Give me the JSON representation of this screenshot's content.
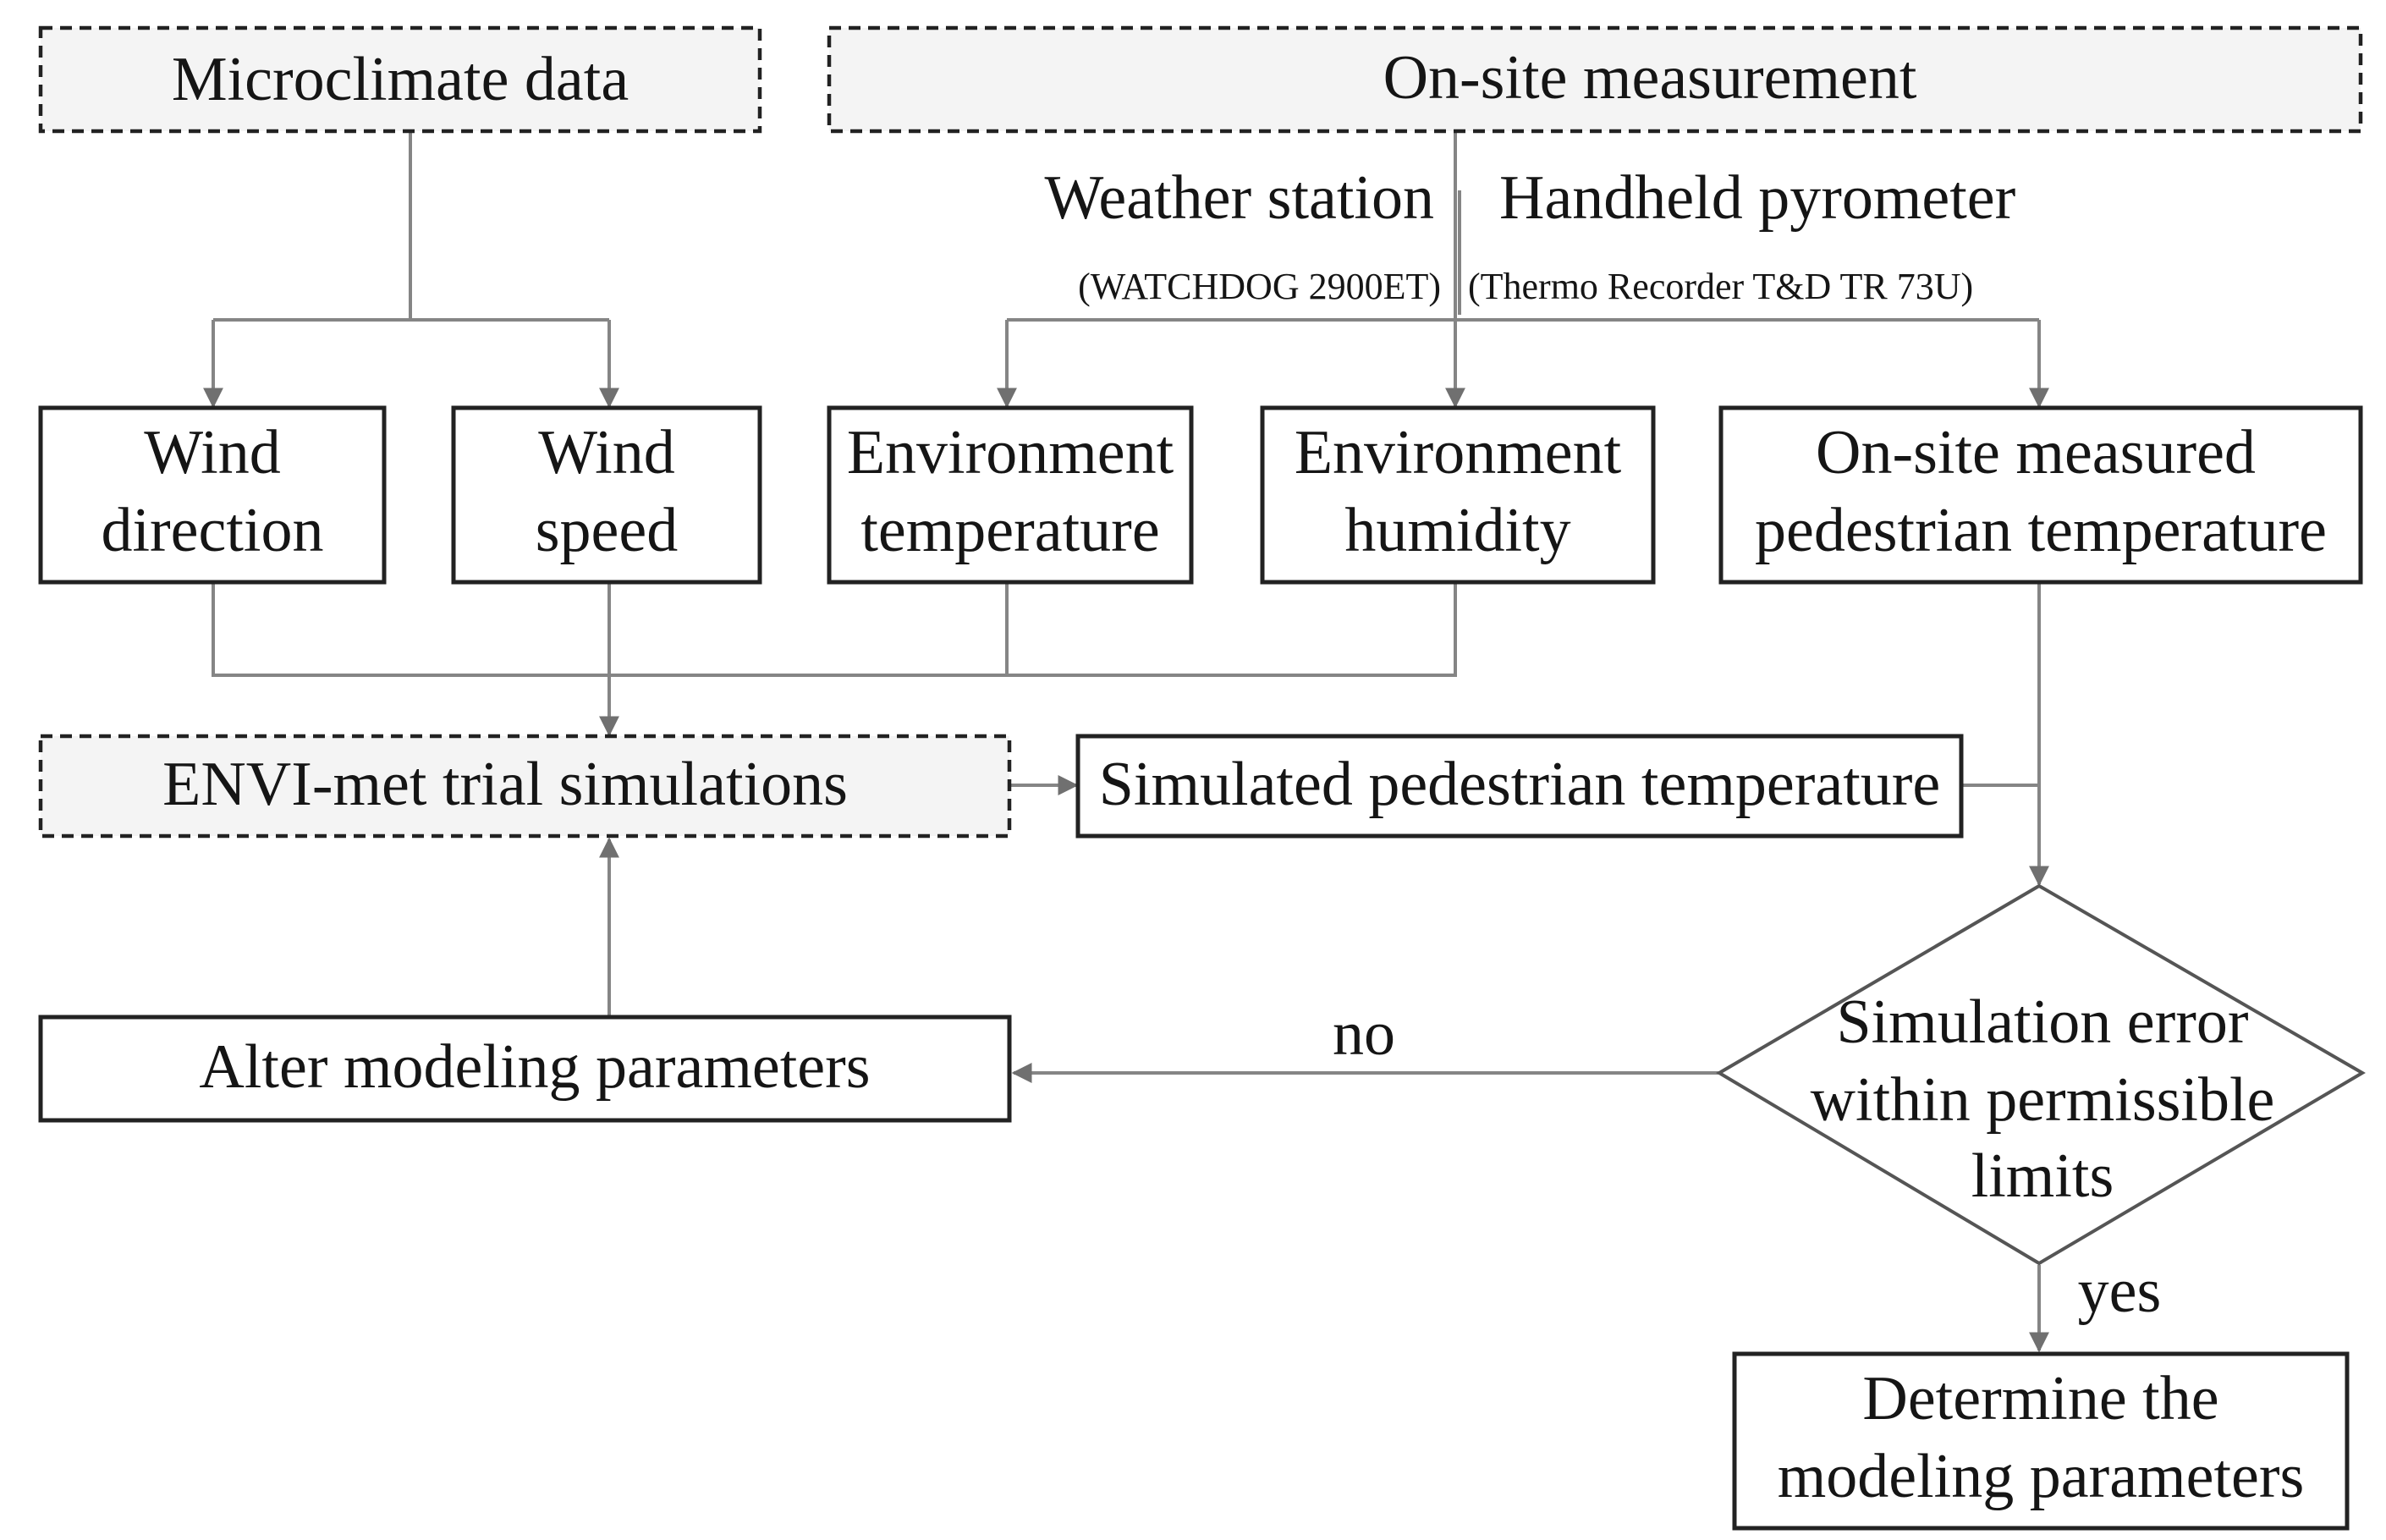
{
  "nodes": {
    "microclimate": {
      "label": "Microclimate data"
    },
    "onsite": {
      "label": "On-site measurement"
    },
    "weather_station": {
      "label": "Weather station",
      "sub": "(WATCHDOG 2900ET)"
    },
    "pyrometer": {
      "label": "Handheld pyrometer",
      "sub": "(Thermo Recorder T&D TR 73U)"
    },
    "wind_direction": {
      "line1": "Wind",
      "line2": "direction"
    },
    "wind_speed": {
      "line1": "Wind",
      "line2": "speed"
    },
    "env_temperature": {
      "line1": "Environment",
      "line2": "temperature"
    },
    "env_humidity": {
      "line1": "Environment",
      "line2": "humidity"
    },
    "measured_temp": {
      "line1": "On-site measured",
      "line2": "pedestrian temperature"
    },
    "envimet": {
      "label": "ENVI-met trial simulations"
    },
    "simulated_temp": {
      "label": "Simulated pedestrian temperature"
    },
    "alter_params": {
      "label": "Alter modeling parameters"
    },
    "decision": {
      "line1": "Simulation error",
      "line2": "within permissible",
      "line3": "limits"
    },
    "determine": {
      "line1": "Determine the",
      "line2": "modeling parameters"
    }
  },
  "edges": {
    "no_label": "no",
    "yes_label": "yes"
  },
  "colors": {
    "box_stroke": "#222222",
    "dashed_fill": "#f4f4f4",
    "connector": "#858585",
    "text": "#151515"
  }
}
